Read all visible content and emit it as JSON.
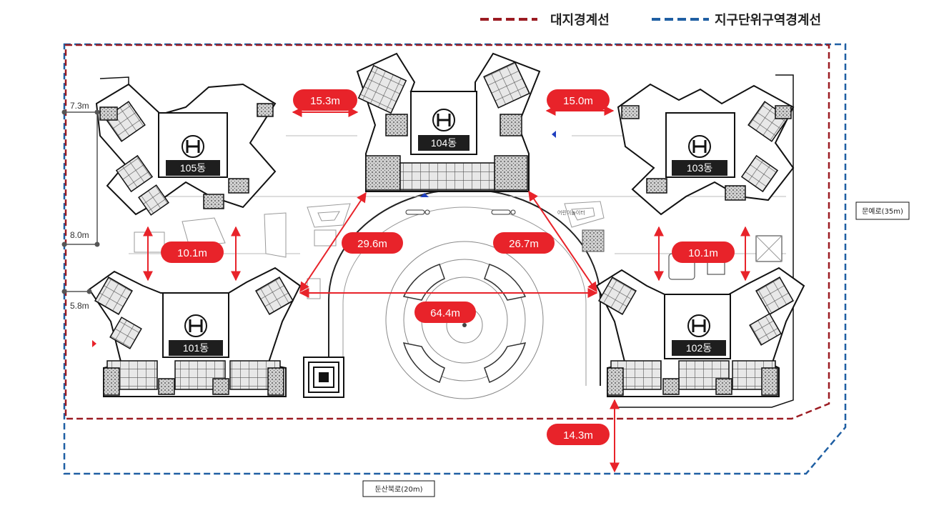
{
  "legend": {
    "site_boundary": {
      "label": "대지경계선",
      "color": "#9b1b22"
    },
    "district_boundary": {
      "label": "지구단위구역경계선",
      "color": "#1f5fa3"
    }
  },
  "roads": {
    "east": "문예로(35m)",
    "south": "둔산북로(20m)"
  },
  "buildings": {
    "b104": "104동",
    "b105": "105동",
    "b103": "103동",
    "b101": "101동",
    "b102": "102동"
  },
  "distances": {
    "d_105_104": "15.3m",
    "d_104_103": "15.0m",
    "d_105_101": "10.1m",
    "d_103_102": "10.1m",
    "d_101_104": "29.6m",
    "d_102_104": "26.7m",
    "d_101_102": "64.4m",
    "d_102_road": "14.3m"
  },
  "setbacks": {
    "s1": "7.3m",
    "s2": "8.0m",
    "s3": "5.8m"
  },
  "small_note": "어린이놀이터",
  "colors": {
    "accent": "#e8232a"
  }
}
